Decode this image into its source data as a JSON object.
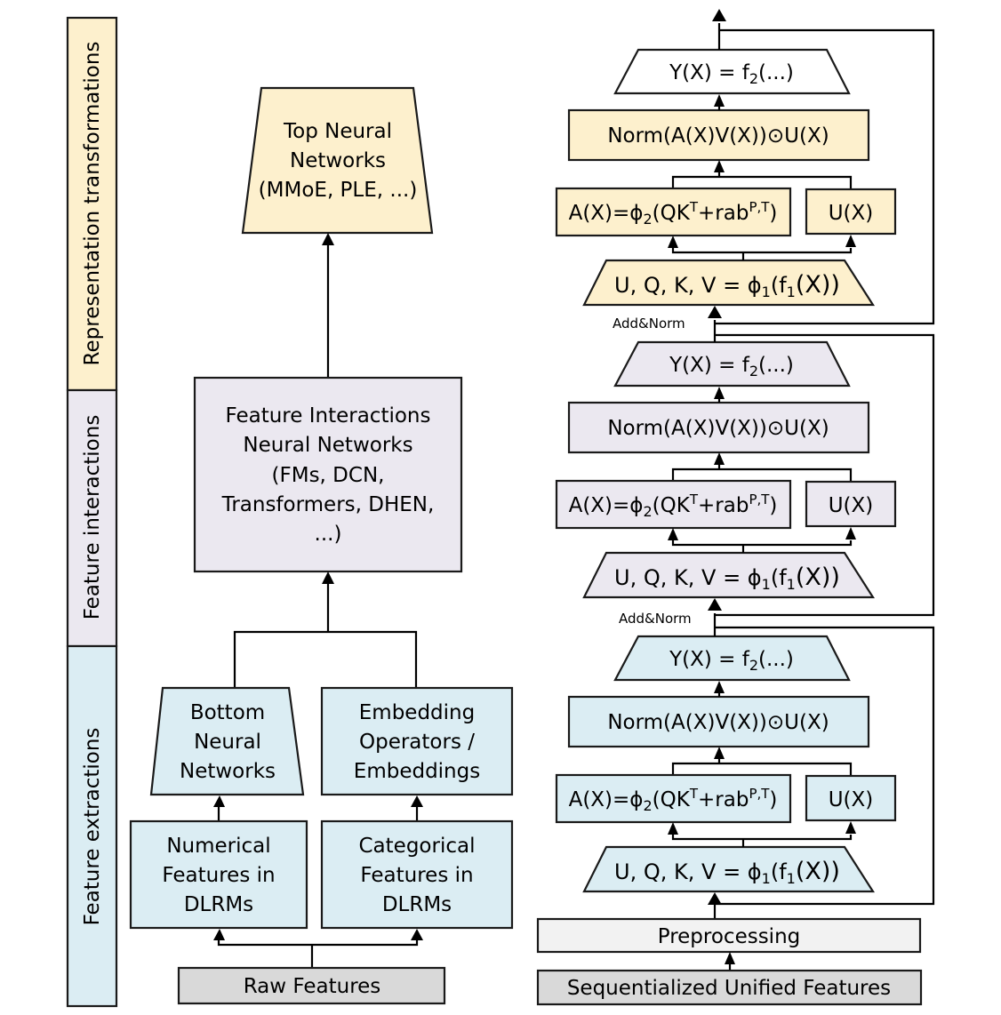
{
  "colors": {
    "representation": "#fdf0cd",
    "interaction": "#ebe8f0",
    "extraction": "#dbedf3",
    "raw": "#d9d9d9",
    "preprocessing": "#f2f2f2",
    "top_output": "#ffffff"
  },
  "side_labels": {
    "representation": "Representation transformations",
    "interaction": "Feature interactions",
    "extraction": "Feature extractions"
  },
  "left": {
    "top_nn": [
      "Top Neural",
      "Networks",
      "(MMoE, PLE, ...)"
    ],
    "feature_interactions": [
      "Feature Interactions",
      "Neural Networks",
      "(FMs, DCN,",
      "Transformers, DHEN,",
      "...)"
    ],
    "bottom_nn": [
      "Bottom",
      "Neural",
      "Networks"
    ],
    "embedding": [
      "Embedding",
      "Operators /",
      "Embeddings"
    ],
    "numerical": [
      "Numerical",
      "Features in",
      "DLRMs"
    ],
    "categorical": [
      "Categorical",
      "Features in",
      "DLRMs"
    ],
    "raw_features": "Raw Features"
  },
  "right": {
    "blocks": [
      {
        "name": "top",
        "y_text": "Y(X) = f",
        "y_sub": "2",
        "y_tail": "(...)",
        "norm": "Norm(A(X)V(X))⊙U(X)",
        "attn_main": "A(X)=ϕ",
        "attn_sub": "2",
        "attn_mid": "(QK",
        "attn_sup1": "T",
        "attn_plus": "+rab",
        "attn_sup2": "P,T",
        "attn_close": ")",
        "u": "U(X)",
        "uqkv_main": "U, Q, K, V = ϕ",
        "uqkv_sub1": "1",
        "uqkv_mid": "(f",
        "uqkv_sub2": "1",
        "uqkv_tail": "(X))"
      },
      {
        "name": "middle",
        "y_text": "Y(X) = f",
        "y_sub": "2",
        "y_tail": "(...)",
        "norm": "Norm(A(X)V(X))⊙U(X)",
        "attn_main": "A(X)=ϕ",
        "attn_sub": "2",
        "attn_mid": "(QK",
        "attn_sup1": "T",
        "attn_plus": "+rab",
        "attn_sup2": "P,T",
        "attn_close": ")",
        "u": "U(X)",
        "uqkv_main": "U, Q, K, V = ϕ",
        "uqkv_sub1": "1",
        "uqkv_mid": "(f",
        "uqkv_sub2": "1",
        "uqkv_tail": "(X))"
      },
      {
        "name": "bottom",
        "y_text": "Y(X) = f",
        "y_sub": "2",
        "y_tail": "(...)",
        "norm": "Norm(A(X)V(X))⊙U(X)",
        "attn_main": "A(X)=ϕ",
        "attn_sub": "2",
        "attn_mid": "(QK",
        "attn_sup1": "T",
        "attn_plus": "+rab",
        "attn_sup2": "P,T",
        "attn_close": ")",
        "u": "U(X)",
        "uqkv_main": "U, Q, K, V = ϕ",
        "uqkv_sub1": "1",
        "uqkv_mid": "(f",
        "uqkv_sub2": "1",
        "uqkv_tail": "(X))"
      }
    ],
    "add_norm": [
      "Add&Norm",
      "Add&Norm"
    ],
    "preprocessing": "Preprocessing",
    "sequentialized": "Sequentialized Unified Features"
  }
}
